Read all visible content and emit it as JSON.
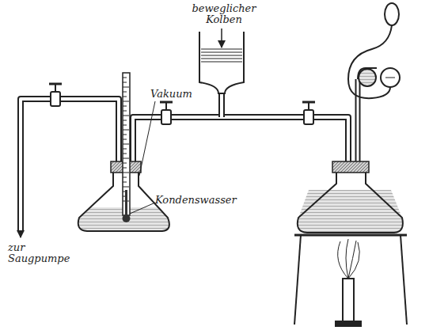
{
  "diagram": {
    "labels": [
      "beweglicher Kolben",
      "Vakuum",
      "Kondenswasser",
      "zur Saugpumpe"
    ]
  }
}
